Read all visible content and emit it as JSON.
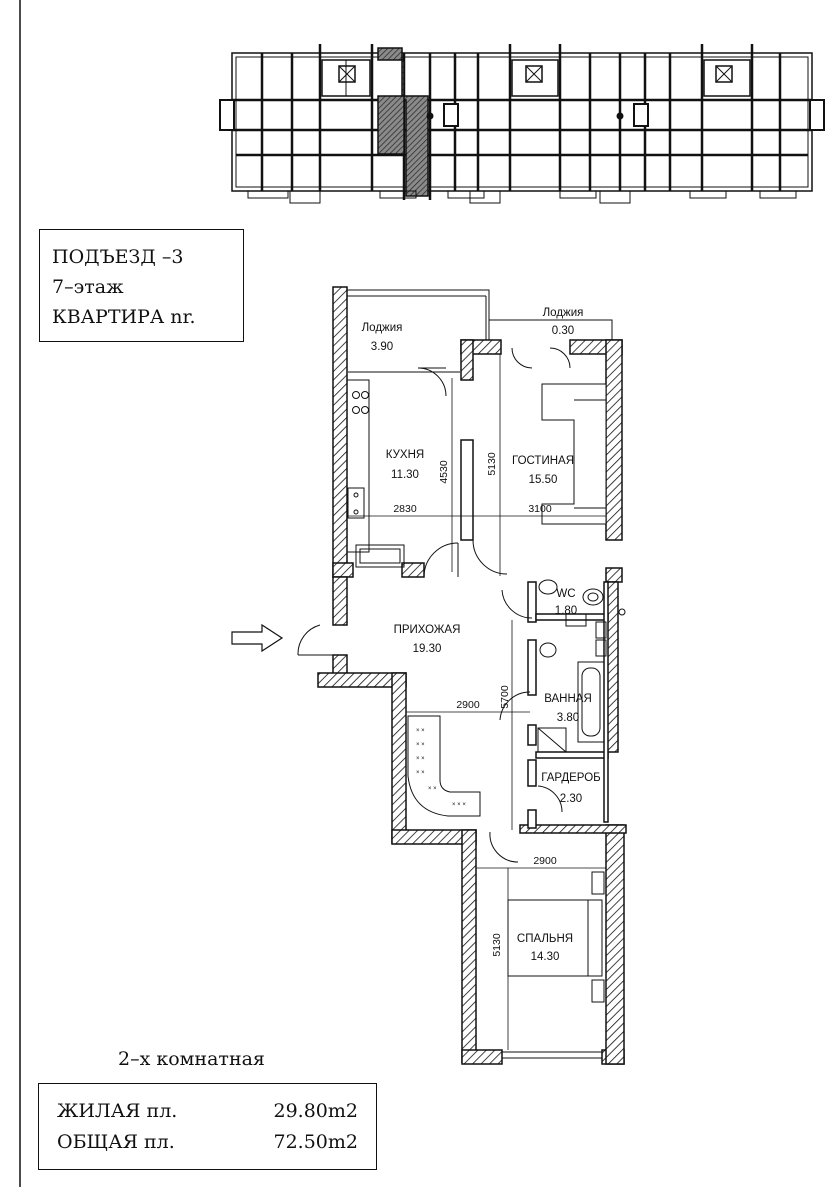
{
  "header": {
    "entrance": "ПОДЪЕЗД –3",
    "floor": "7–этаж",
    "apartment": "КВАРТИРА nr."
  },
  "rooms": {
    "loggia_1": {
      "name": "Лоджия",
      "area": "3.90"
    },
    "loggia_2": {
      "name": "Лоджия",
      "area": "0.30"
    },
    "kitchen": {
      "name": "КУХНЯ",
      "area": "11.30"
    },
    "living": {
      "name": "ГОСТИНАЯ",
      "area": "15.50"
    },
    "wc": {
      "name": "WC",
      "area": "1.80"
    },
    "hall": {
      "name": "ПРИХОЖАЯ",
      "area": "19.30"
    },
    "bath": {
      "name": "ВАННАЯ",
      "area": "3.80"
    },
    "wardrobe": {
      "name": "ГАРДЕРОБ",
      "area": "2.30"
    },
    "bedroom": {
      "name": "СПАЛЬНЯ",
      "area": "14.30"
    }
  },
  "dimensions": {
    "kitchen_width": "2830",
    "kitchen_depth": "4530",
    "living_depth": "5130",
    "living_width": "3100",
    "hall_width": "2900",
    "hall_depth": "5700",
    "bedroom_width": "2900",
    "bedroom_depth": "5130"
  },
  "apartment_type": "2–х комнатная",
  "areas": {
    "living_label": "ЖИЛАЯ пл.",
    "living_value": "29.80m2",
    "total_label": "ОБЩАЯ пл.",
    "total_value": "72.50m2"
  },
  "colors": {
    "wall": "#111111",
    "highlight": "#555555"
  }
}
